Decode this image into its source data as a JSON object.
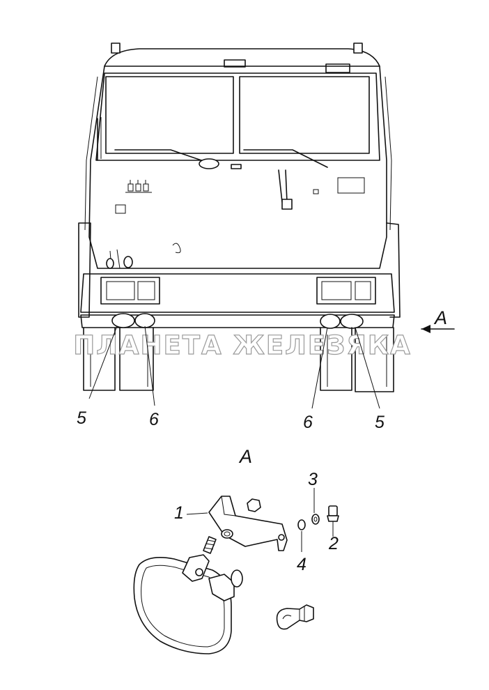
{
  "diagram": {
    "watermark": "ПЛАНЕТА ЖЕЛЕЗЯКА",
    "view_arrow_label": "A",
    "detail_view_title": "A",
    "callouts_front": [
      "5",
      "6",
      "6",
      "5"
    ],
    "callouts_detail": [
      "1",
      "2",
      "3",
      "4"
    ]
  }
}
